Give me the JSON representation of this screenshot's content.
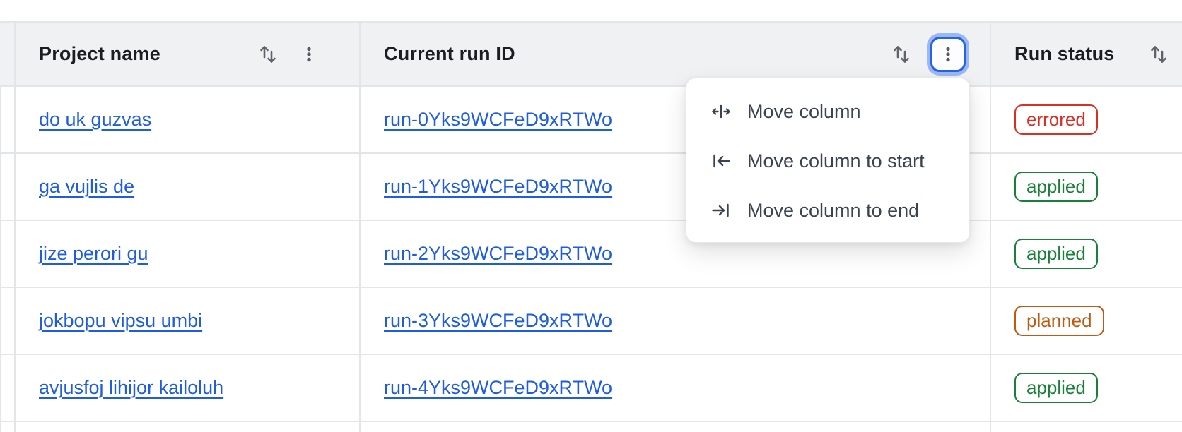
{
  "table": {
    "columns": [
      {
        "label": "Project name",
        "sort_icon": "sort-icon",
        "menu_icon": "kebab-icon",
        "menu_open": false
      },
      {
        "label": "Current run ID",
        "sort_icon": "sort-icon",
        "menu_icon": "kebab-icon",
        "menu_open": true
      },
      {
        "label": "Run status",
        "sort_icon": "sort-icon"
      }
    ],
    "rows": [
      {
        "project": "do uk guzvas",
        "run_id": "run-0Yks9WCFeD9xRTWo",
        "status": "errored"
      },
      {
        "project": "ga vujlis de",
        "run_id": "run-1Yks9WCFeD9xRTWo",
        "status": "applied"
      },
      {
        "project": "jize perori gu",
        "run_id": "run-2Yks9WCFeD9xRTWo",
        "status": "applied"
      },
      {
        "project": "jokbopu vipsu umbi",
        "run_id": "run-3Yks9WCFeD9xRTWo",
        "status": "planned"
      },
      {
        "project": "avjusfoj lihijor kailoluh",
        "run_id": "run-4Yks9WCFeD9xRTWo",
        "status": "applied"
      }
    ]
  },
  "column_menu": {
    "items": [
      {
        "icon": "move-column-icon",
        "label": "Move column"
      },
      {
        "icon": "move-column-to-start-icon",
        "label": "Move column to start"
      },
      {
        "icon": "move-column-to-end-icon",
        "label": "Move column to end"
      }
    ]
  },
  "colors": {
    "header_bg": "#f0f1f3",
    "border": "#e4e5e9",
    "link": "#1e5ce0",
    "accent_focus": "#2563e4",
    "status_errored": "#d93025",
    "status_applied": "#188038",
    "status_planned": "#bd5b12",
    "text_primary": "#1b1d22",
    "text_menu": "#3c4350",
    "icon_gray": "#5f6368"
  }
}
